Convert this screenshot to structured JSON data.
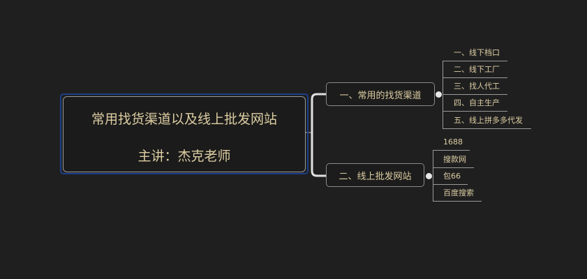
{
  "root": {
    "title": "常用找货渠道以及线上批发网站",
    "subtitle": "主讲：杰克老师"
  },
  "branches": [
    {
      "label": "一、常用的找货渠道",
      "children": [
        "一、线下档口",
        "二、线下工厂",
        "三、找人代工",
        "四、自主生产",
        "五、线上拼多多代发"
      ]
    },
    {
      "label": "二、线上批发网站",
      "children": [
        "1688",
        "搜款网",
        "包66",
        "百度搜索"
      ]
    }
  ]
}
